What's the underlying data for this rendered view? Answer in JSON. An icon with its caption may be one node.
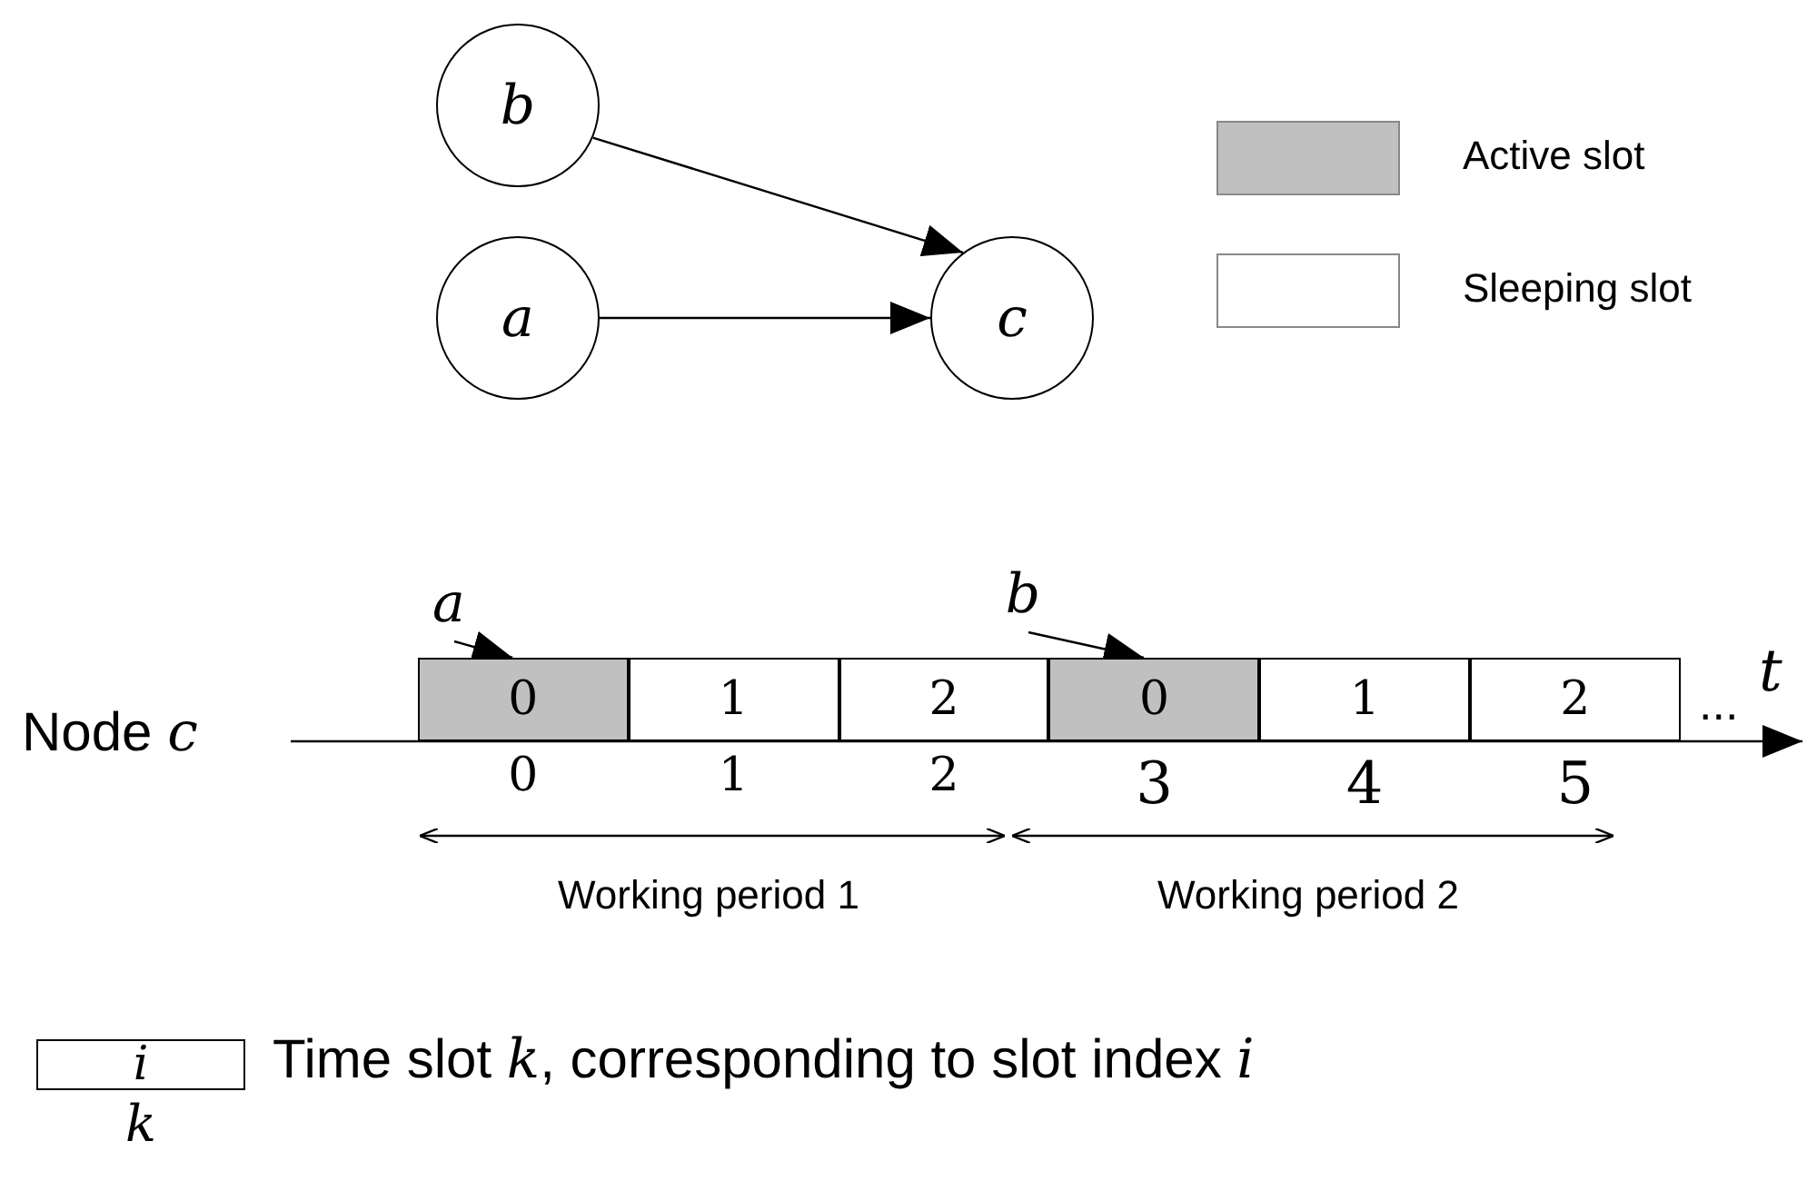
{
  "diagram": {
    "nodes": [
      {
        "text": [
          "b"
        ]
      },
      {
        "text": [
          "a"
        ]
      },
      {
        "text": [
          "c"
        ]
      },
      {
        "text": [
          "a"
        ]
      },
      {
        "text": [
          "b"
        ]
      },
      {
        "text": [
          "0"
        ],
        "beside": [
          "0"
        ]
      },
      {
        "text": [
          "1"
        ],
        "beside": [
          "1"
        ]
      },
      {
        "text": [
          "2"
        ],
        "beside": [
          "2"
        ]
      },
      {
        "text": [
          "0"
        ],
        "beside": [
          "3"
        ]
      },
      {
        "text": [
          "1"
        ],
        "beside": [
          "4"
        ]
      },
      {
        "text": [
          "2"
        ],
        "beside": [
          "5"
        ]
      },
      {
        "text": [
          "i"
        ],
        "beside": [
          "k"
        ]
      }
    ],
    "edges": [
      {
        "from": 0,
        "to": 2,
        "arrow": "to"
      },
      {
        "from": 1,
        "to": 2,
        "arrow": "to"
      },
      {
        "from": 3,
        "to": 5,
        "arrow": "to"
      },
      {
        "from": 4,
        "to": 8,
        "arrow": "to"
      }
    ],
    "labels": [
      "Node *c*",
      "*t*",
      "...",
      "Working period 1",
      "Working period 2",
      "Time slot *k*, corresponding to slot index *i*"
    ],
    "legend": [
      {
        "text": "Active slot",
        "color": "#c0c0c0"
      },
      {
        "text": "Sleeping slot",
        "color": "#ffffff"
      }
    ]
  }
}
